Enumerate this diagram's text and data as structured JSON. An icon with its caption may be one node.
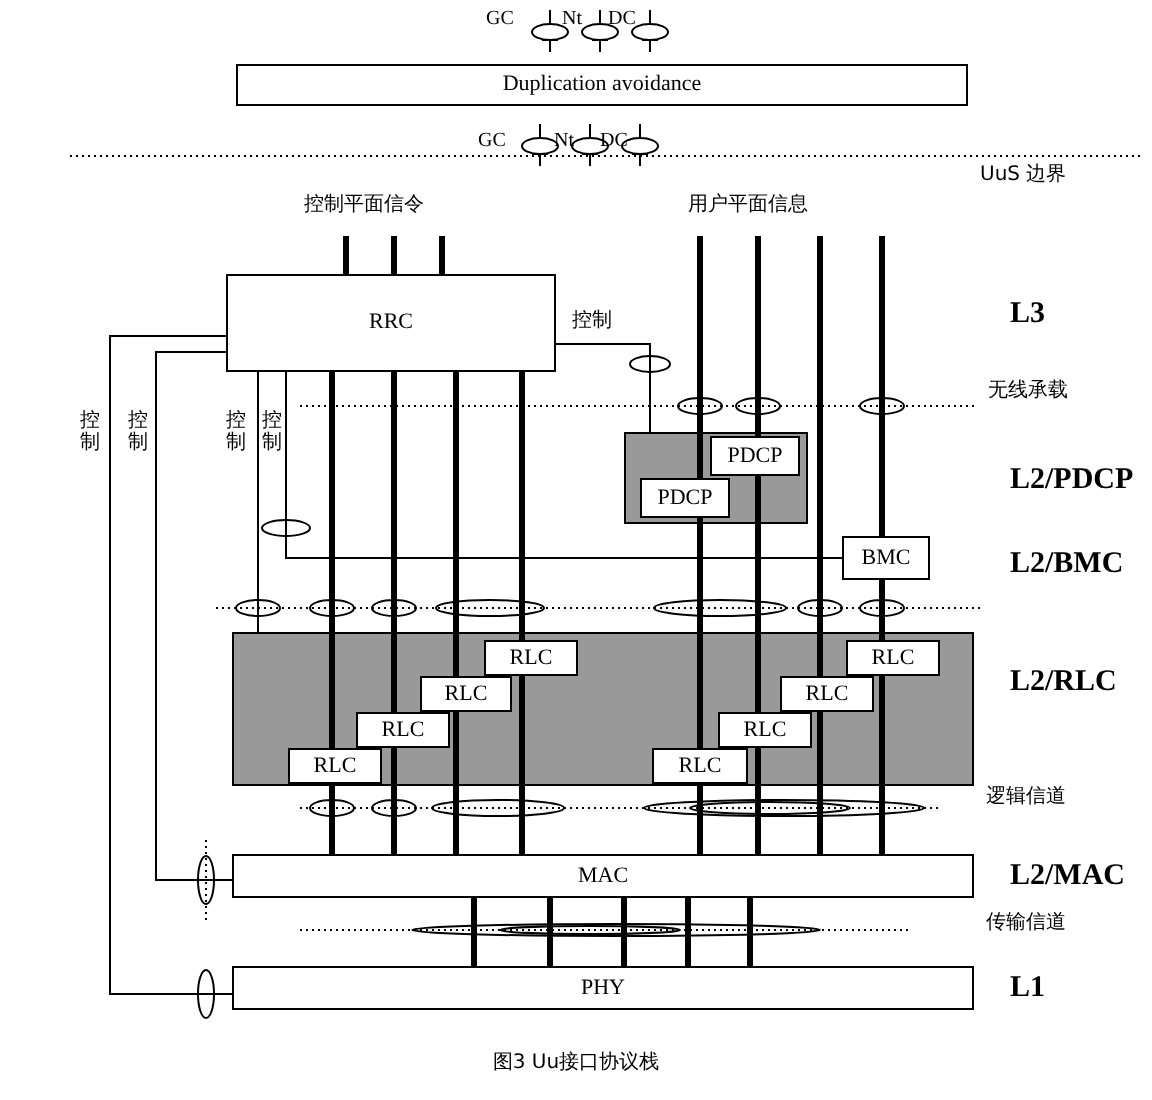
{
  "diagram": {
    "caption": "图3 Uu接口协议栈",
    "nodes": [
      {
        "text": [
          "Duplication avoidance"
        ]
      },
      {
        "text": [
          "RRC"
        ]
      },
      {
        "text": [],
        "shape": "box"
      },
      {
        "text": [
          "PDCP"
        ],
        "in": 2
      },
      {
        "text": [
          "PDCP"
        ],
        "in": 2
      },
      {
        "text": [
          "BMC"
        ]
      },
      {
        "text": [],
        "shape": "box"
      },
      {
        "text": [
          "RLC"
        ],
        "in": 6
      },
      {
        "text": [
          "RLC"
        ],
        "in": 6
      },
      {
        "text": [
          "RLC"
        ],
        "in": 6
      },
      {
        "text": [
          "RLC"
        ],
        "in": 6
      },
      {
        "text": [
          "RLC"
        ],
        "in": 6
      },
      {
        "text": [
          "RLC"
        ],
        "in": 6
      },
      {
        "text": [
          "RLC"
        ],
        "in": 6
      },
      {
        "text": [
          "RLC"
        ],
        "in": 6
      },
      {
        "text": [
          "MAC"
        ]
      },
      {
        "text": [
          "PHY"
        ]
      }
    ],
    "edges": [
      {
        "from": null,
        "to": 1,
        "arrow": "none"
      },
      {
        "from": null,
        "to": 1,
        "arrow": "none"
      },
      {
        "from": null,
        "to": 1,
        "arrow": "none"
      },
      {
        "from": 1,
        "to": 7,
        "arrow": "none"
      },
      {
        "from": 1,
        "to": 8,
        "arrow": "none"
      },
      {
        "from": 1,
        "to": 9,
        "arrow": "none"
      },
      {
        "from": 1,
        "to": 10,
        "arrow": "none"
      },
      {
        "from": null,
        "to": 4,
        "arrow": "none"
      },
      {
        "from": null,
        "to": 3,
        "arrow": "none"
      },
      {
        "from": null,
        "to": 13,
        "arrow": "none"
      },
      {
        "from": null,
        "to": 5,
        "arrow": "none"
      },
      {
        "from": 4,
        "to": 11,
        "arrow": "none"
      },
      {
        "from": 3,
        "to": 12,
        "arrow": "none"
      },
      {
        "from": 5,
        "to": 14,
        "arrow": "none"
      },
      {
        "from": 7,
        "to": 15,
        "arrow": "none"
      },
      {
        "from": 8,
        "to": 15,
        "arrow": "none"
      },
      {
        "from": 9,
        "to": 15,
        "arrow": "none"
      },
      {
        "from": 10,
        "to": 15,
        "arrow": "none"
      },
      {
        "from": 11,
        "to": 15,
        "arrow": "none"
      },
      {
        "from": 12,
        "to": 15,
        "arrow": "none"
      },
      {
        "from": 13,
        "to": 15,
        "arrow": "none"
      },
      {
        "from": 14,
        "to": 15,
        "arrow": "none"
      },
      {
        "from": 15,
        "to": 16,
        "arrow": "none"
      },
      {
        "from": 15,
        "to": 16,
        "arrow": "none"
      },
      {
        "from": 15,
        "to": 16,
        "arrow": "none"
      },
      {
        "from": 15,
        "to": 16,
        "arrow": "none"
      },
      {
        "from": 15,
        "to": 16,
        "arrow": "none"
      },
      {
        "from": 1,
        "to": 16,
        "arrow": "none",
        "label": "控制"
      },
      {
        "from": 1,
        "to": 15,
        "arrow": "none",
        "label": "控制"
      },
      {
        "from": 1,
        "to": 6,
        "arrow": "none",
        "label": "控制"
      },
      {
        "from": 1,
        "to": 5,
        "arrow": "none",
        "label": "控制"
      },
      {
        "from": 1,
        "to": 2,
        "arrow": "none",
        "label": "控制"
      }
    ],
    "labels": [
      "GC",
      "Nt",
      "DC",
      "GC",
      "Nt",
      "DC",
      "UuS 边界",
      "控制平面信令",
      "用户平面信息",
      "L3",
      "无线承载",
      "L2/PDCP",
      "L2/BMC",
      "L2/RLC",
      "逻辑信道",
      "L2/MAC",
      "传输信道",
      "L1"
    ]
  }
}
